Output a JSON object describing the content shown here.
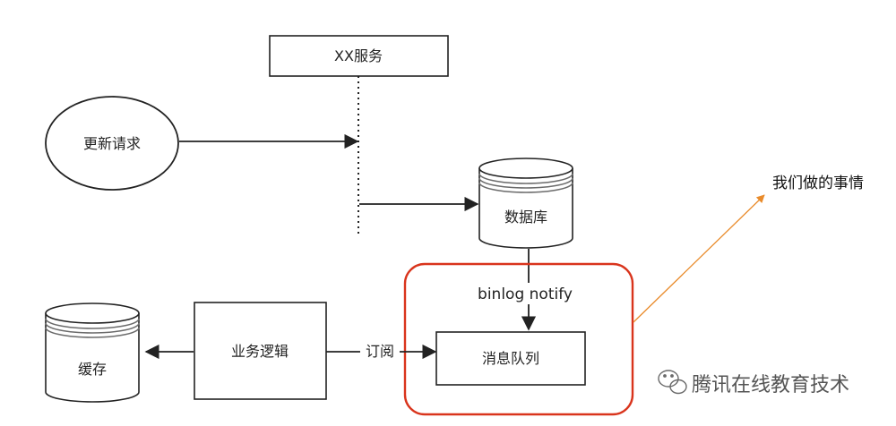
{
  "nodes": {
    "service": "XX服务",
    "update_request": "更新请求",
    "database": "数据库",
    "message_queue": "消息队列",
    "business_logic": "业务逻辑",
    "cache": "缓存"
  },
  "edge_labels": {
    "binlog_notify": "binlog notify",
    "subscribe": "订阅"
  },
  "annotation": "我们做的事情",
  "watermark": "腾讯在线教育技术",
  "colors": {
    "stroke": "#222222",
    "highlight": "#d9341c",
    "annotation_arrow": "#e98b2b",
    "cylinder_ring": "#6b6b6b",
    "watermark": "#555555"
  }
}
